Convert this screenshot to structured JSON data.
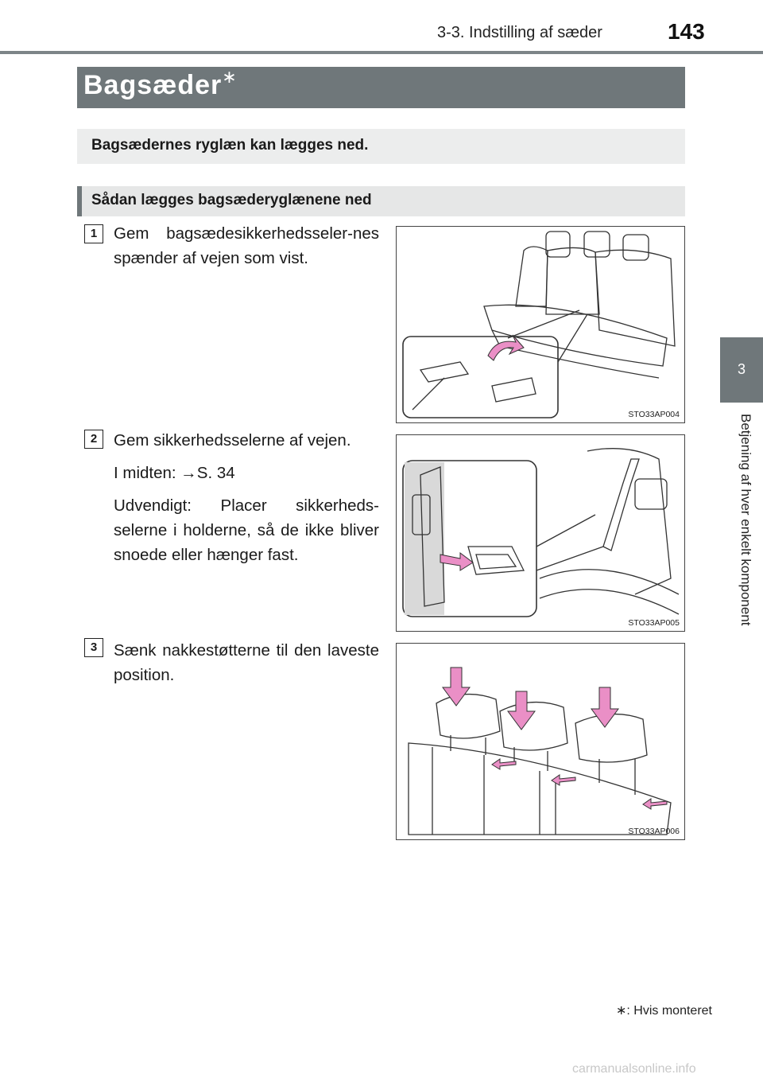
{
  "header": {
    "section": "3-3. Indstilling af sæder",
    "page_number": "143"
  },
  "side_tab": {
    "chapter_number": "3",
    "chapter_title": "Betjening af hver enkelt komponent"
  },
  "title": {
    "text": "Bagsæder",
    "asterisk": "∗"
  },
  "intro": "Bagsædernes ryglæn kan lægges ned.",
  "subheader": "Sådan lægges bagsæderyglænene ned",
  "steps": [
    {
      "number": "1",
      "paragraphs": [
        "Gem bagsædesikkerhedsseler-nes spænder af vejen som vist."
      ],
      "figure_code": "STO33AP004"
    },
    {
      "number": "2",
      "paragraphs": [
        "Gem sikkerhedsselerne af vejen.",
        "I midten: →S. 34",
        "Udvendigt: Placer sikkerheds-selerne i holderne, så de ikke bliver snoede eller hænger fast."
      ],
      "figure_code": "STO33AP005"
    },
    {
      "number": "3",
      "paragraphs": [
        "Sænk nakkestøtterne til den laveste position."
      ],
      "figure_code": "STO33AP006"
    }
  ],
  "footnote": "∗: Hvis monteret",
  "watermark": "carmanualsonline.info",
  "colors": {
    "header_bar": "#6f777a",
    "arrow_pink": "#ea8fc6",
    "panel_gray": "#eceded"
  }
}
